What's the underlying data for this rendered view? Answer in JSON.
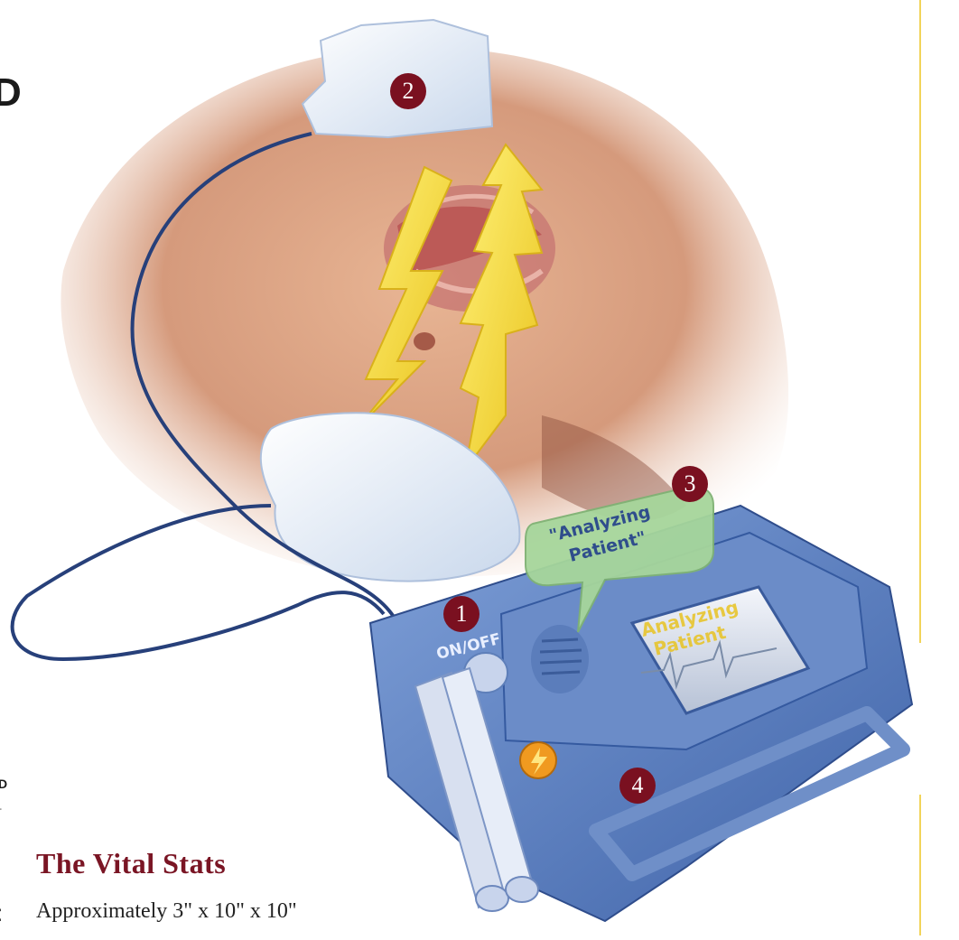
{
  "left_edge": {
    "heading_fragment": "D",
    "label_fragment": "D",
    "dash": "-",
    "colon": ":"
  },
  "stats": {
    "title": "The Vital Stats",
    "value": "Approximately 3\" x 10\" x 10\""
  },
  "callouts": [
    "1",
    "2",
    "3",
    "4"
  ],
  "device": {
    "button_label": "ON/OFF",
    "bubble_line1": "\"Analyzing",
    "bubble_line2": "Patient\"",
    "screen_line1": "Analyzing",
    "screen_line2": "Patient"
  },
  "colors": {
    "accent": "#7a1020",
    "rule": "#f2d45a",
    "device": "#5d83c4",
    "bubble": "#a6d69b",
    "bolt": "#ffe240"
  },
  "icons": [
    "lightning-bolt-icon",
    "heart-icon",
    "speaker-grille-icon",
    "lightning-button-icon"
  ]
}
